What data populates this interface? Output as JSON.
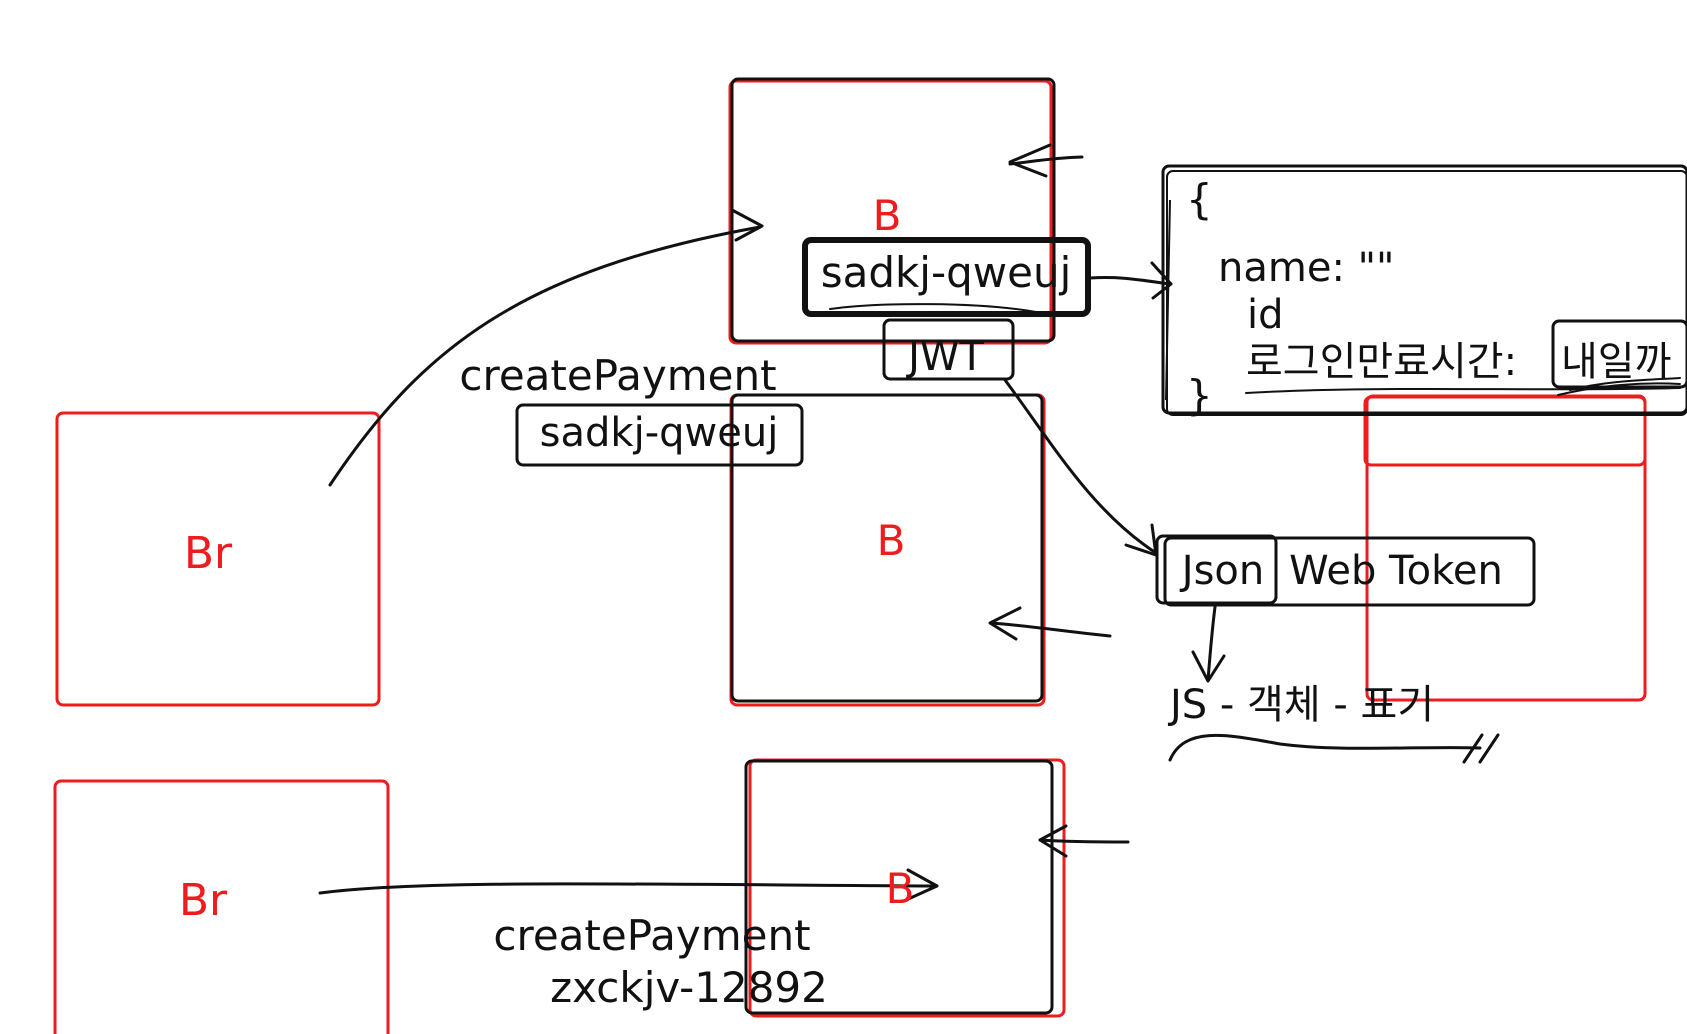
{
  "colors": {
    "red": "#ee1c1c",
    "ink": "#111111",
    "background": "#ffffff"
  },
  "labels": {
    "browser_top": "Br",
    "browser_bottom": "Br",
    "server_top": "B",
    "server_middle": "B",
    "server_bottom": "B",
    "token_top": "sadkj-qweuj",
    "token_middle": "sadkj-qweuj",
    "jwt": "JWT",
    "create_payment_1": "createPayment",
    "create_payment_2": "createPayment",
    "payment_id": "zxckjv-12892",
    "json_web_token_json": "Json",
    "json_web_token_rest": "Web Token",
    "js_note": "JS - 객체 - 표기",
    "object": {
      "open_brace": "{",
      "name_line": "name: \"\"",
      "id_line": "id",
      "expiry_label": "로그인만료시간:",
      "expiry_value": "내일까",
      "close_brace": "}"
    }
  }
}
